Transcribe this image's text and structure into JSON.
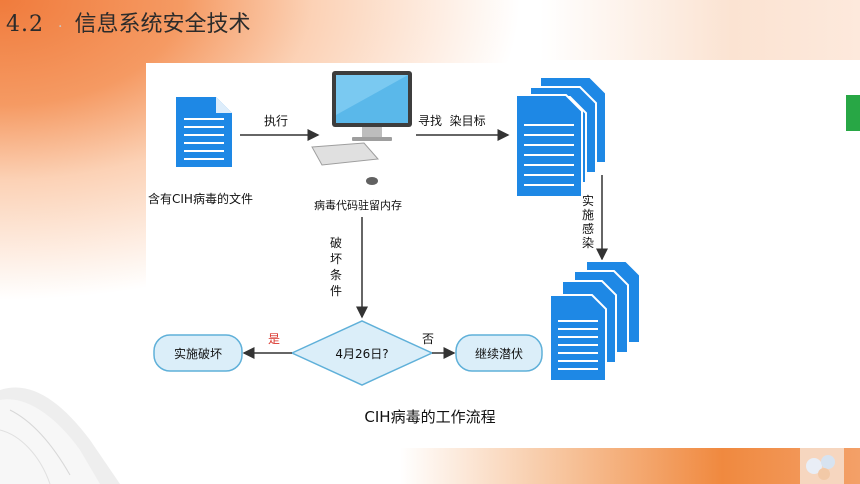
{
  "slide": {
    "section_number": "4.2",
    "section_title": "信息系统安全技术"
  },
  "diagram": {
    "labels": {
      "file_with_cih": "含有CIH病毒的文件",
      "execute": "执行",
      "search_targets": "寻找  染目标",
      "virus_resident": "病毒代码驻留内存",
      "infect": [
        "实",
        "施",
        "感",
        "染"
      ],
      "damage_condition": [
        "破",
        "坏",
        "条",
        "件"
      ],
      "decision": "4月26日?",
      "yes": "是",
      "no": "否",
      "do_damage": "实施破坏",
      "keep_hiding": "继续潜伏"
    },
    "caption": "CIH病毒的工作流程"
  },
  "colors": {
    "accent_orange": "#f07b3c",
    "doc_blue": "#1e88e5",
    "node_fill": "#dbeef9",
    "node_stroke": "#5fb0d9",
    "yes_red": "#d9342b",
    "green_tab": "#28a745"
  }
}
